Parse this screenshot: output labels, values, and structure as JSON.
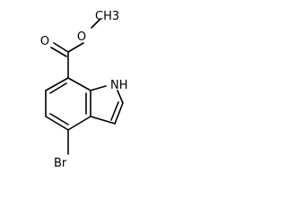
{
  "molecule": {
    "atoms": {
      "methyl": {
        "label": "CH3",
        "color": "#000000"
      },
      "ether_oxygen": {
        "label": "O",
        "color": "#000000"
      },
      "carbonyl_oxygen": {
        "label": "O",
        "color": "#000000"
      },
      "indole_nh": {
        "label": "NH",
        "color": "#000000"
      },
      "bromine": {
        "label": "Br",
        "color": "#000000"
      }
    }
  }
}
